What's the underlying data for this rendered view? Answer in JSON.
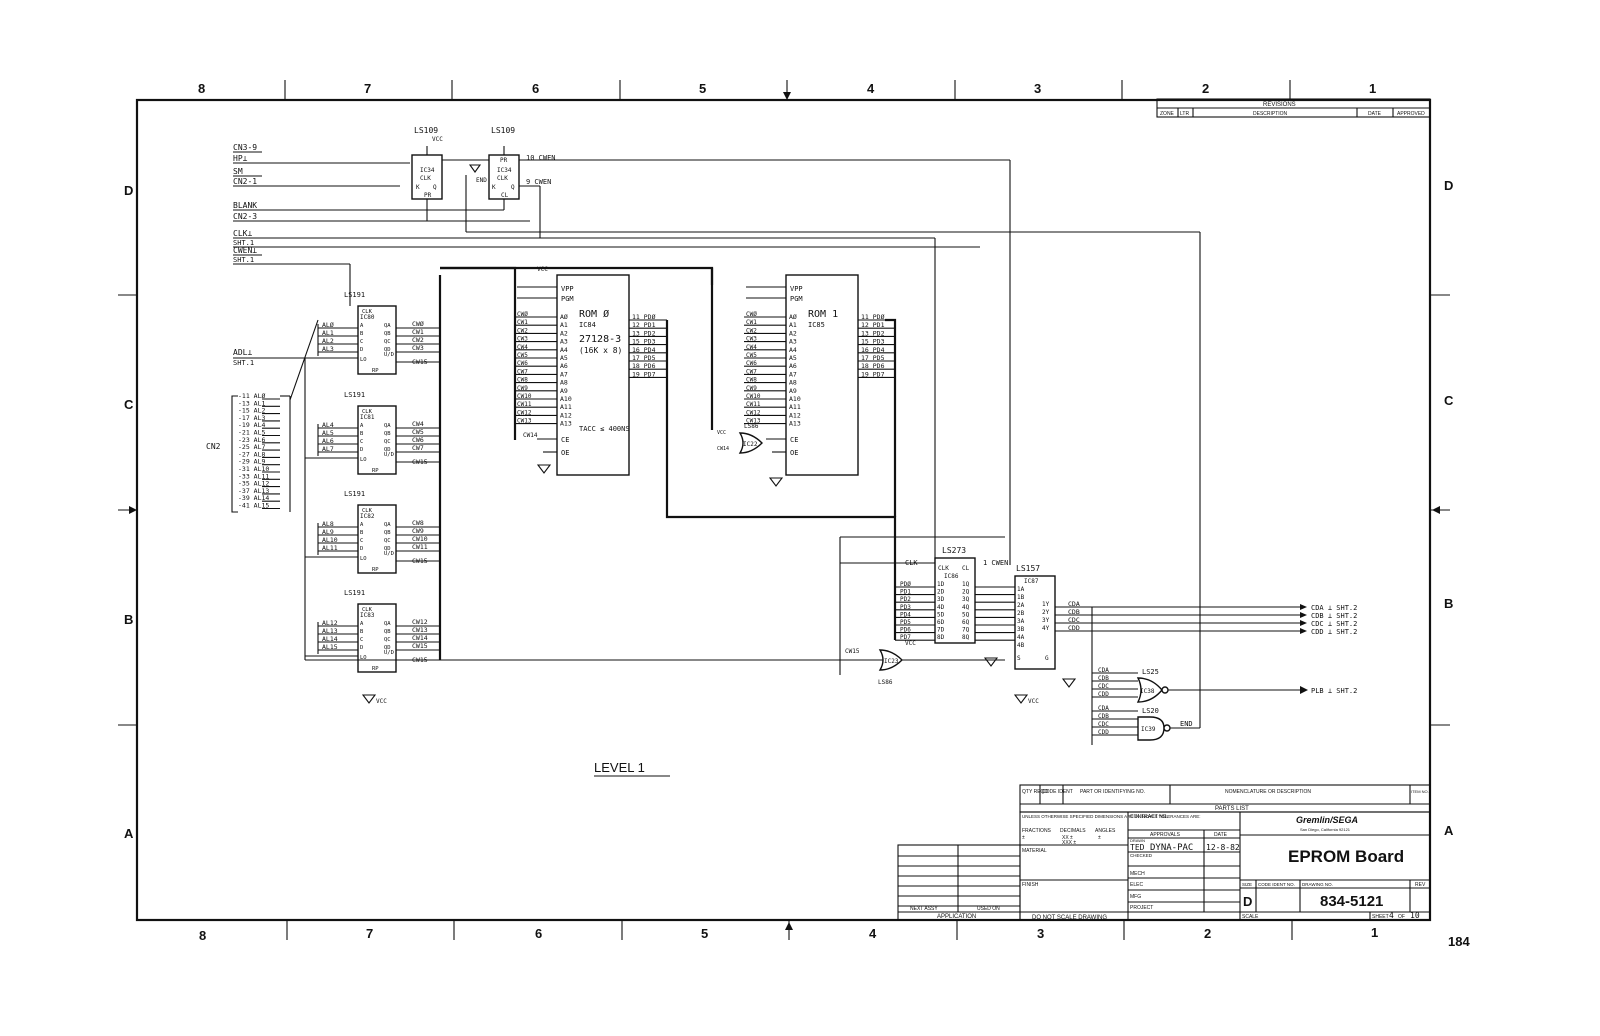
{
  "zones_top": [
    "8",
    "7",
    "6",
    "5",
    "4",
    "3",
    "2",
    "1"
  ],
  "zones_side": [
    "D",
    "C",
    "B",
    "A"
  ],
  "page_number": "184",
  "level_label": "LEVEL 1",
  "revisions": {
    "title": "REVISIONS",
    "columns": [
      "ZONE",
      "LTR",
      "DESCRIPTION",
      "DATE",
      "APPROVED"
    ]
  },
  "inputs": {
    "cn3": "CN3-9",
    "hp": "HP⊥",
    "sm": "SM",
    "cn2_1": "CN2-1",
    "blank": "BLANK",
    "cn2_3": "CN2-3",
    "clk": "CLK⊥",
    "sht1a": "SHT.1",
    "cwen": "CWEN⊥",
    "sht1b": "SHT.1",
    "adl": "ADL⊥",
    "sht1c": "SHT.1",
    "cn2": "CN2"
  },
  "cn2_pins": [
    "-11 ALØ",
    "-13 AL1",
    "-15 AL2",
    "-17 AL3",
    "-19 AL4",
    "-21 AL5",
    "-23 AL6",
    "-25 AL7",
    "-27 AL8",
    "-29 AL9",
    "-31 AL10",
    "-33 AL11",
    "-35 AL12",
    "-37 AL13",
    "-39 AL14",
    "-41 AL15"
  ],
  "flipflops": [
    {
      "type": "LS109",
      "ic": "IC34",
      "pins": [
        "VCC",
        "PR",
        "CLK",
        "K",
        "Q",
        "PR"
      ]
    },
    {
      "type": "LS109",
      "ic": "IC34",
      "pins": [
        "PR",
        "CLK",
        "K",
        "CL",
        "Q",
        "Q"
      ]
    }
  ],
  "ff_outputs": {
    "cwen_a": "10 CWEN",
    "cwen_b": "9 CWEN",
    "end": "END"
  },
  "counters": [
    {
      "type": "LS191",
      "ic": "IC80",
      "inputs": [
        "ALØ",
        "AL1",
        "AL2",
        "AL3"
      ],
      "outputs": [
        "CWØ",
        "CW1",
        "CW2",
        "CW3"
      ],
      "rc": "CW15"
    },
    {
      "type": "LS191",
      "ic": "IC81",
      "inputs": [
        "AL4",
        "AL5",
        "AL6",
        "AL7"
      ],
      "outputs": [
        "CW4",
        "CW5",
        "CW6",
        "CW7"
      ],
      "rc": "CW15"
    },
    {
      "type": "LS191",
      "ic": "IC82",
      "inputs": [
        "AL8",
        "AL9",
        "AL10",
        "AL11"
      ],
      "outputs": [
        "CW8",
        "CW9",
        "CW10",
        "CW11"
      ],
      "rc": "CW15"
    },
    {
      "type": "LS191",
      "ic": "IC83",
      "inputs": [
        "AL12",
        "AL13",
        "AL14",
        "AL15"
      ],
      "outputs": [
        "CW12",
        "CW13",
        "CW14",
        "CW15"
      ],
      "rc": "CW15"
    }
  ],
  "counter_pins": {
    "clk": "CLK",
    "a": "A",
    "b": "B",
    "c": "C",
    "d": "D",
    "lo": "LO",
    "ud": "U/D",
    "rp": "RP",
    "qa": "QA",
    "qb": "QB",
    "qc": "QC",
    "qd": "QD"
  },
  "roms": [
    {
      "name": "ROM Ø",
      "ic": "IC84",
      "part": "27128-3",
      "org": "(16K x 8)",
      "tacc": "TACC ≤ 400NS"
    },
    {
      "name": "ROM 1",
      "ic": "IC85",
      "part": "",
      "org": "",
      "tacc": ""
    }
  ],
  "rom_addr_pins": [
    "AØ",
    "A1",
    "A2",
    "A3",
    "A4",
    "A5",
    "A6",
    "A7",
    "A8",
    "A9",
    "A10",
    "A11",
    "A12",
    "A13"
  ],
  "rom_data_out": [
    "11 PDØ",
    "12 PD1",
    "13 PD2",
    "15 PD3",
    "16 PD4",
    "17 PD5",
    "18 PD6",
    "19 PD7"
  ],
  "rom_cw_labels": [
    "CWØ",
    "CW1",
    "CW2",
    "CW3",
    "CW4",
    "CW5",
    "CW6",
    "CW7",
    "CW8",
    "CW9",
    "CW10",
    "CW11",
    "CW12",
    "CW13"
  ],
  "rom_ctrl": {
    "vcc": "VCC",
    "vpp": "VPP",
    "pgm": "PGM",
    "ce": "CE",
    "oe": "OE",
    "cw14": "CW14"
  },
  "gates": [
    {
      "type": "LS86",
      "ic": "IC22"
    },
    {
      "type": "LS86",
      "ic": "IC23"
    },
    {
      "type": "LS25",
      "ic": "IC38"
    },
    {
      "type": "LS20",
      "ic": "IC39"
    }
  ],
  "latch": {
    "type": "LS273",
    "ic": "IC86",
    "inputs": [
      "1D",
      "2D",
      "3D",
      "4D",
      "5D",
      "6D",
      "7D",
      "8D"
    ],
    "outputs": [
      "1Q",
      "2Q",
      "3Q",
      "4Q",
      "5Q",
      "6Q",
      "7Q",
      "8Q"
    ],
    "clk": "CLK",
    "cl": "CL",
    "in_labels": [
      "PDØ",
      "PD1",
      "PD2",
      "PD3",
      "PD4",
      "PD5",
      "PD6",
      "PD7"
    ]
  },
  "mux": {
    "type": "LS157",
    "ic": "IC87",
    "pins": [
      "1A",
      "1B",
      "2A",
      "2B",
      "3A",
      "3B",
      "4A",
      "4B",
      "S",
      "G",
      "1Y",
      "2Y",
      "3Y",
      "4Y"
    ]
  },
  "outputs": [
    "CDA ⊥ SHT.2",
    "CDB ⊥ SHT.2",
    "CDC ⊥ SHT.2",
    "CDD ⊥ SHT.2",
    "PLB ⊥ SHT.2"
  ],
  "cd_labels": [
    "CDA",
    "CDB",
    "CDC",
    "CDD"
  ],
  "misc": {
    "vcc": "VCC",
    "clk": "CLK",
    "cwen1": "1 CWEN",
    "cw15": "CW15",
    "end": "END"
  },
  "title_block": {
    "parts_list": "PARTS LIST",
    "parts_columns": [
      "QTY REQD",
      "CODE IDENT",
      "PART OR IDENTIFYING NO.",
      "NOMENCLATURE OR DESCRIPTION",
      "ITEM NO."
    ],
    "tolerances": "UNLESS OTHERWISE SPECIFIED DIMENSIONS ARE IN INCHES TOLERANCES ARE:",
    "tol_cols": [
      "FRACTIONS",
      "DECIMALS",
      "ANGLES"
    ],
    "tol_vals": [
      "±",
      "XX ±",
      "±"
    ],
    "tol_vals2": [
      "",
      "XXX ±",
      ""
    ],
    "contract": "CONTRACT NO.",
    "approvals": "APPROVALS",
    "date_label": "DATE",
    "drawn": "DRAWN",
    "drawn_by": "TED",
    "checked": "CHECKED",
    "project_name": "DYNA-PAC",
    "date": "12-8-82",
    "material": "MATERIAL",
    "finish": "FINISH",
    "mech": "MECH",
    "elec": "ELEC",
    "mfg": "MFG",
    "project": "PROJECT",
    "next_assy": "NEXT ASSY",
    "used_on": "USED ON",
    "application": "APPLICATION",
    "no_scale": "DO NOT SCALE DRAWING",
    "company": "Gremlin/SEGA",
    "company_sub": "San Diego, California 92121",
    "title": "EPROM Board",
    "size_label": "SIZE",
    "size": "D",
    "code_ident": "CODE IDENT NO.",
    "drawing_no_label": "DRAWING NO.",
    "drawing_no": "834-5121",
    "rev": "REV",
    "scale": "SCALE",
    "sheet_label": "SHEET",
    "sheet": "4",
    "of_label": "OF",
    "sheets": "10"
  }
}
